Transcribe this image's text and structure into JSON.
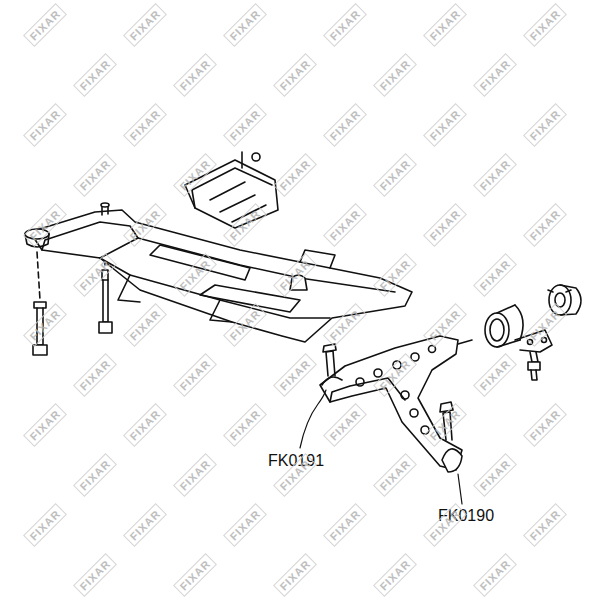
{
  "diagram": {
    "labels": [
      "FK0191",
      "FK0190",
      "FIXAR",
      "FIXAR",
      "FIXAR",
      "FIXAR",
      "FIXAR",
      "FIXAR",
      "FIXAR",
      "FIXAR",
      "FIXAR",
      "FIXAR",
      "FIXAR",
      "FIXAR",
      "FIXAR",
      "FIXAR",
      "FIXAR",
      "FIXAR",
      "FIXAR",
      "FIXAR",
      "FIXAR",
      "FIXAR",
      "FIXAR",
      "FIXAR",
      "FIXAR",
      "FIXAR",
      "FIXAR",
      "FIXAR",
      "FIXAR",
      "FIXAR",
      "FIXAR",
      "FIXAR",
      "FIXAR",
      "FIXAR",
      "FIXAR",
      "FIXAR",
      "FIXAR",
      "FIXAR",
      "FIXAR",
      "FIXAR",
      "FIXAR",
      "FIXAR",
      "FIXAR",
      "FIXAR",
      "FIXAR",
      "FIXAR",
      "FIXAR",
      "FIXAR",
      "FIXAR",
      "FIXAR",
      "FIXAR",
      "FIXAR",
      "FIXAR",
      "FIXAR",
      "FIXAR",
      "FIXAR",
      "FIXAR",
      "FIXAR",
      "FIXAR",
      "FIXAR",
      "FIXAR",
      "FIXAR",
      "FIXAR",
      "FIXAR",
      "FIXAR",
      "FIXAR",
      "FIXAR",
      "FIXAR"
    ]
  }
}
